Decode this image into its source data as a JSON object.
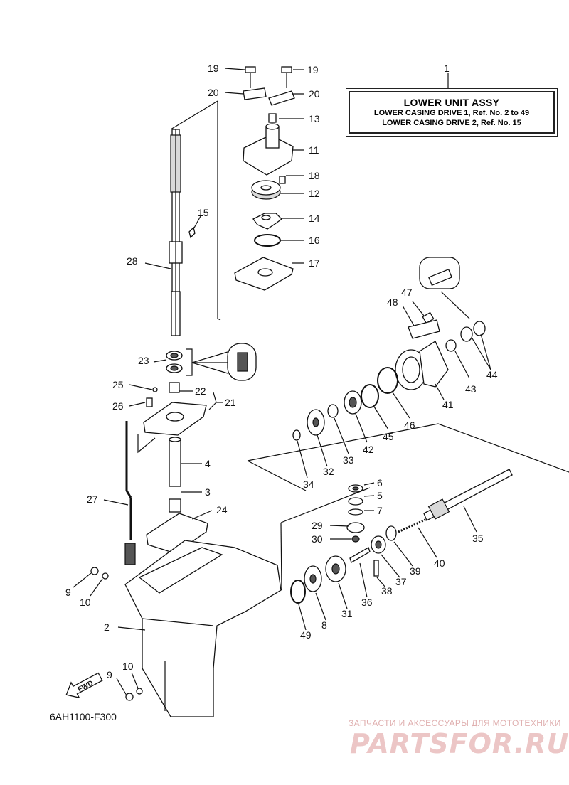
{
  "legend": {
    "callout": "1",
    "title": "LOWER UNIT ASSY",
    "rows": [
      "LOWER CASING DRIVE 1,  Ref. No. 2 to 49",
      "LOWER CASING DRIVE 2,  Ref. No. 15"
    ]
  },
  "diagram_code": "6AH1100-F300",
  "fwd_arrow_label": "FWD",
  "watermark": {
    "tagline": "ЗАПЧАСТИ И АКСЕССУАРЫ ДЛЯ МОТОТЕХНИКИ",
    "logo": "PARTSFOR.RU"
  },
  "callouts": [
    "19",
    "19",
    "20",
    "20",
    "13",
    "11",
    "18",
    "12",
    "15",
    "14",
    "16",
    "28",
    "17",
    "23",
    "25",
    "22",
    "21",
    "26",
    "27",
    "4",
    "3",
    "24",
    "9",
    "10",
    "2",
    "10",
    "9",
    "47",
    "48",
    "44",
    "43",
    "41",
    "46",
    "45",
    "42",
    "33",
    "32",
    "34",
    "6",
    "5",
    "7",
    "29",
    "30",
    "35",
    "40",
    "39",
    "37",
    "38",
    "36",
    "31",
    "8",
    "49"
  ]
}
